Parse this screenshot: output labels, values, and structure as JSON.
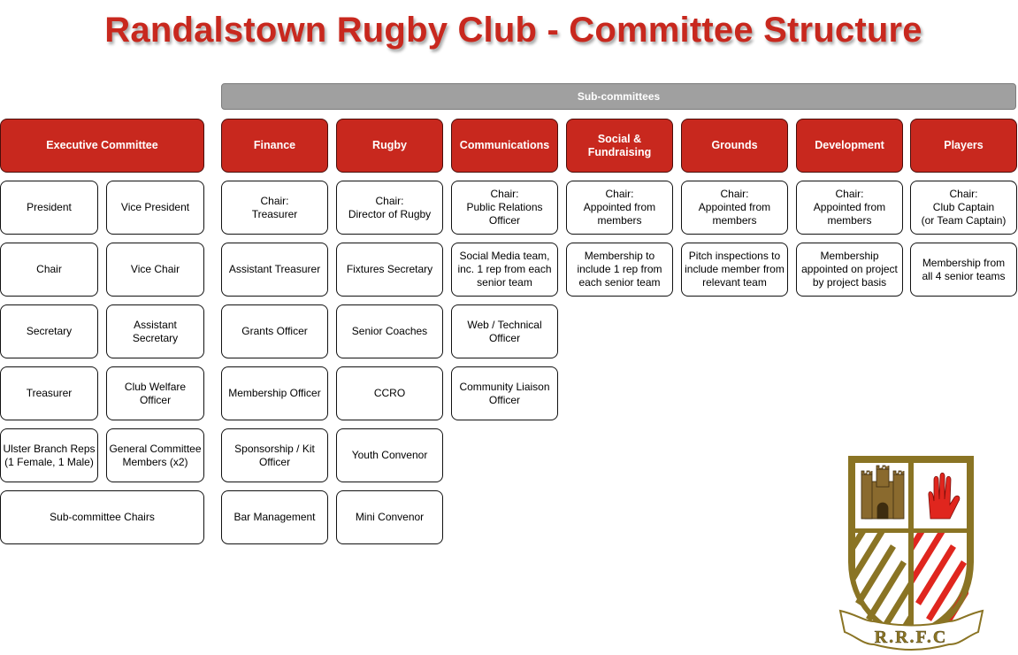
{
  "title": "Randalstown Rugby Club - Committee Structure",
  "subcommittees_label": "Sub-committees",
  "colors": {
    "accent_red": "#c8281e",
    "banner_grey": "#a0a0a0",
    "crest_gold": "#8a7424"
  },
  "executive": {
    "header": "Executive Committee",
    "roles": [
      "President",
      "Vice President",
      "Chair",
      "Vice Chair",
      "Secretary",
      "Assistant\nSecretary",
      "Treasurer",
      "Club Welfare Officer",
      "Ulster Branch Reps\n(1 Female, 1 Male)",
      "General Committee\nMembers (x2)"
    ],
    "chairs": "Sub-committee Chairs"
  },
  "columns": [
    {
      "header": "Finance",
      "items": [
        "Chair:\nTreasurer",
        "Assistant Treasurer",
        "Grants Officer",
        "Membership Officer",
        "Sponsorship / Kit\nOfficer",
        "Bar Management"
      ]
    },
    {
      "header": "Rugby",
      "items": [
        "Chair:\nDirector of Rugby",
        "Fixtures Secretary",
        "Senior Coaches",
        "CCRO",
        "Youth Convenor",
        "Mini Convenor"
      ]
    },
    {
      "header": "Communications",
      "items": [
        "Chair:\nPublic Relations\nOfficer",
        "Social Media team,\ninc. 1 rep from each\nsenior team",
        "Web / Technical\nOfficer",
        "Community Liaison\nOfficer"
      ]
    },
    {
      "header": "Social &\nFundraising",
      "items": [
        "Chair:\nAppointed from\nmembers",
        "Membership to\ninclude 1 rep from\neach senior team"
      ]
    },
    {
      "header": "Grounds",
      "items": [
        "Chair:\nAppointed from\nmembers",
        "Pitch inspections to\ninclude member from\nrelevant team"
      ]
    },
    {
      "header": "Development",
      "items": [
        "Chair:\nAppointed from\nmembers",
        "Membership\nappointed on project\nby project basis"
      ]
    },
    {
      "header": "Players",
      "items": [
        "Chair:\nClub Captain\n(or Team Captain)",
        "Membership from\nall 4 senior teams"
      ]
    }
  ],
  "logo": {
    "text": "R.R.F.C"
  }
}
